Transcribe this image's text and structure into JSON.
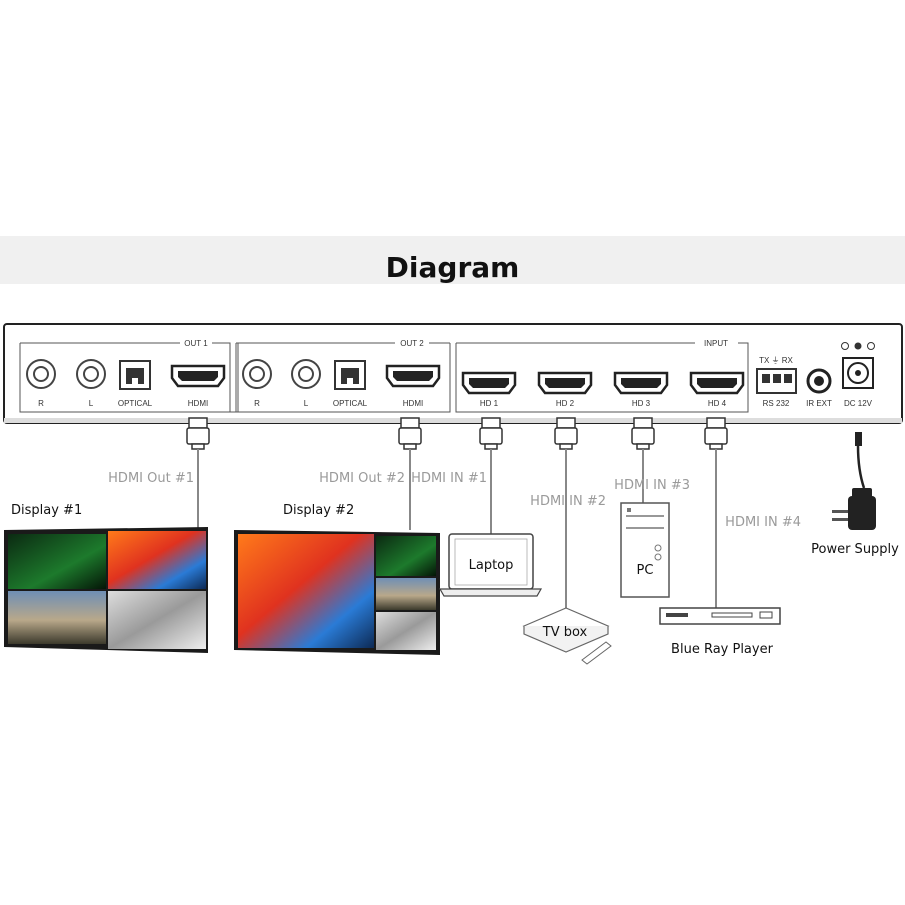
{
  "title": "Diagram",
  "panel": {
    "out1": "OUT 1",
    "out2": "OUT 2",
    "input": "INPUT",
    "port_r": "R",
    "port_l": "L",
    "port_optical": "OPTICAL",
    "port_hdmi": "HDMI",
    "hd1": "HD 1",
    "hd2": "HD 2",
    "hd3": "HD 3",
    "hd4": "HD 4",
    "rs232_pins": "TX ⏚ RX",
    "rs232": "RS 232",
    "ir_ext": "IR EXT",
    "dc12v": "DC 12V"
  },
  "connections": {
    "out1": "HDMI Out #1",
    "out2": "HDMI Out #2",
    "in1": "HDMI IN #1",
    "in2": "HDMI IN #2",
    "in3": "HDMI IN #3",
    "in4": "HDMI IN #4"
  },
  "devices": {
    "display1": "Display #1",
    "display2": "Display #2",
    "laptop": "Laptop",
    "tvbox": "TV box",
    "pc": "PC",
    "bluray": "Blue Ray Player",
    "power": "Power Supply"
  },
  "colors": {
    "panel_stroke": "#222222",
    "cable": "#888888",
    "connector_label": "#9a9a9a"
  }
}
